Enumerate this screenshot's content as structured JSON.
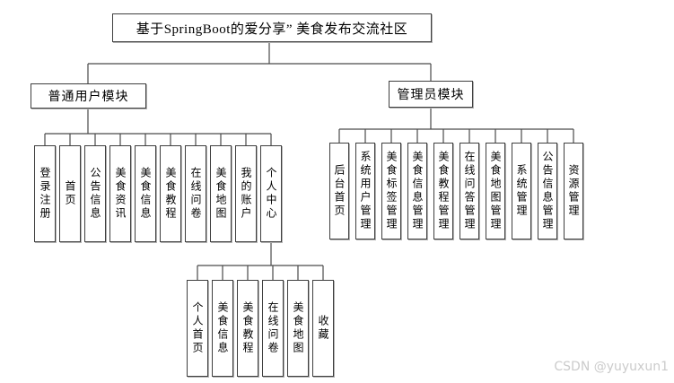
{
  "title": "基于SpringBoot的爱分享” 美食发布交流社区",
  "user_module": {
    "label": "普通用户模块",
    "items": [
      "登录注册",
      "首页",
      "公告信息",
      "美食资讯",
      "美食信息",
      "美食教程",
      "在线问卷",
      "美食地图",
      "我的账户",
      "个人中心"
    ]
  },
  "personal_center": {
    "items": [
      "个人首页",
      "美食信息",
      "美食教程",
      "在线问卷",
      "美食地图",
      "收藏"
    ]
  },
  "admin_module": {
    "label": "管理员模块",
    "items": [
      "后台首页",
      "系统用户管理",
      "美食标签管理",
      "美食信息管理",
      "美食教程管理",
      "在线问答管理",
      "美食地图管理",
      "系统管理",
      "公告信息管理",
      "资源管理"
    ]
  },
  "watermark": "CSDN @yuyuxun1",
  "colors": {
    "line": "#4a4a4a",
    "border": "#3f3f3f",
    "watermark": "#cbcbcb"
  }
}
